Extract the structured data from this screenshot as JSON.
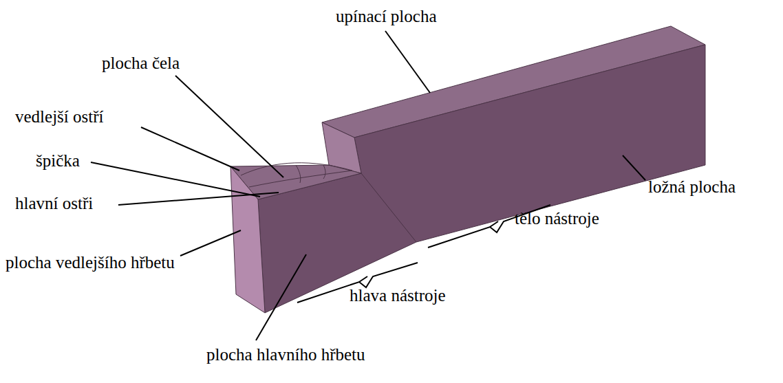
{
  "diagram": {
    "labels": [
      "upínací plocha",
      "plocha čela",
      "vedlejší ostří",
      "špička",
      "hlavní ostři",
      "plocha vedlejšího hřbetu",
      "plocha hlavního hřbetu",
      "ložná plocha",
      "tělo nástroje",
      "hlava nástroje"
    ]
  }
}
